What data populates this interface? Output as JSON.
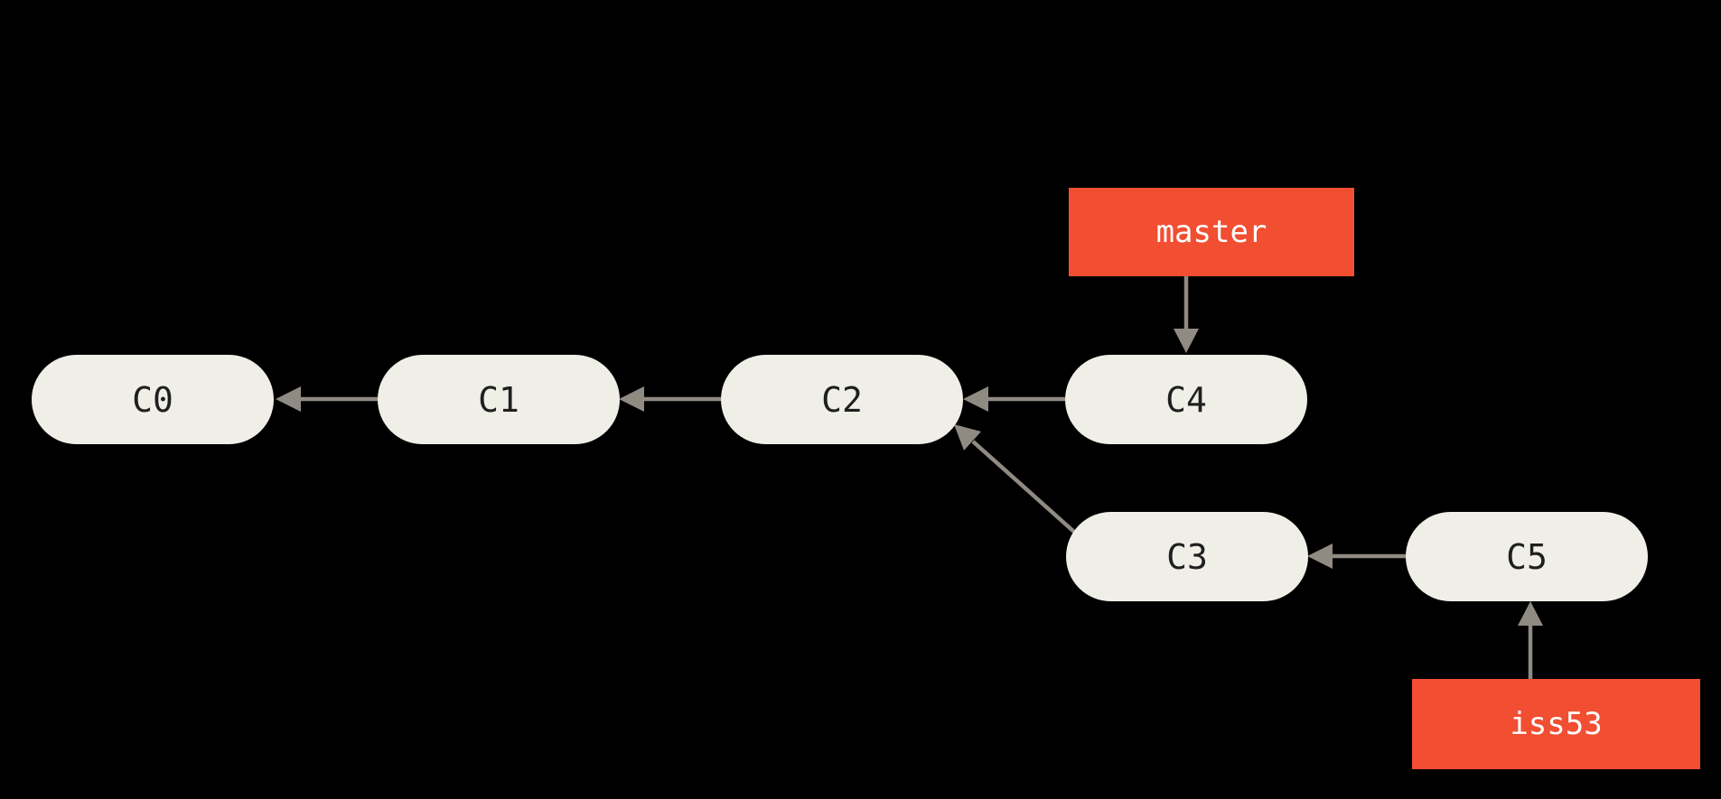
{
  "figure": {
    "type": "git-commit-graph",
    "colors": {
      "background": "#000000",
      "node_fill": "#f0efe7",
      "node_text": "#1f1f1f",
      "branch_fill": "#f14e32",
      "branch_text": "#ffffff",
      "arrow": "#8f8a82"
    }
  },
  "nodes": [
    {
      "id": "C0",
      "label": "C0"
    },
    {
      "id": "C1",
      "label": "C1"
    },
    {
      "id": "C2",
      "label": "C2"
    },
    {
      "id": "C3",
      "label": "C3"
    },
    {
      "id": "C4",
      "label": "C4"
    },
    {
      "id": "C5",
      "label": "C5"
    }
  ],
  "branches": [
    {
      "id": "master",
      "label": "master",
      "points_to": "C4"
    },
    {
      "id": "iss53",
      "label": "iss53",
      "points_to": "C5"
    }
  ],
  "edges": [
    {
      "from": "C1",
      "to": "C0"
    },
    {
      "from": "C2",
      "to": "C1"
    },
    {
      "from": "C4",
      "to": "C2"
    },
    {
      "from": "C3",
      "to": "C2"
    },
    {
      "from": "C5",
      "to": "C3"
    },
    {
      "from": "master",
      "to": "C4"
    },
    {
      "from": "iss53",
      "to": "C5"
    }
  ]
}
